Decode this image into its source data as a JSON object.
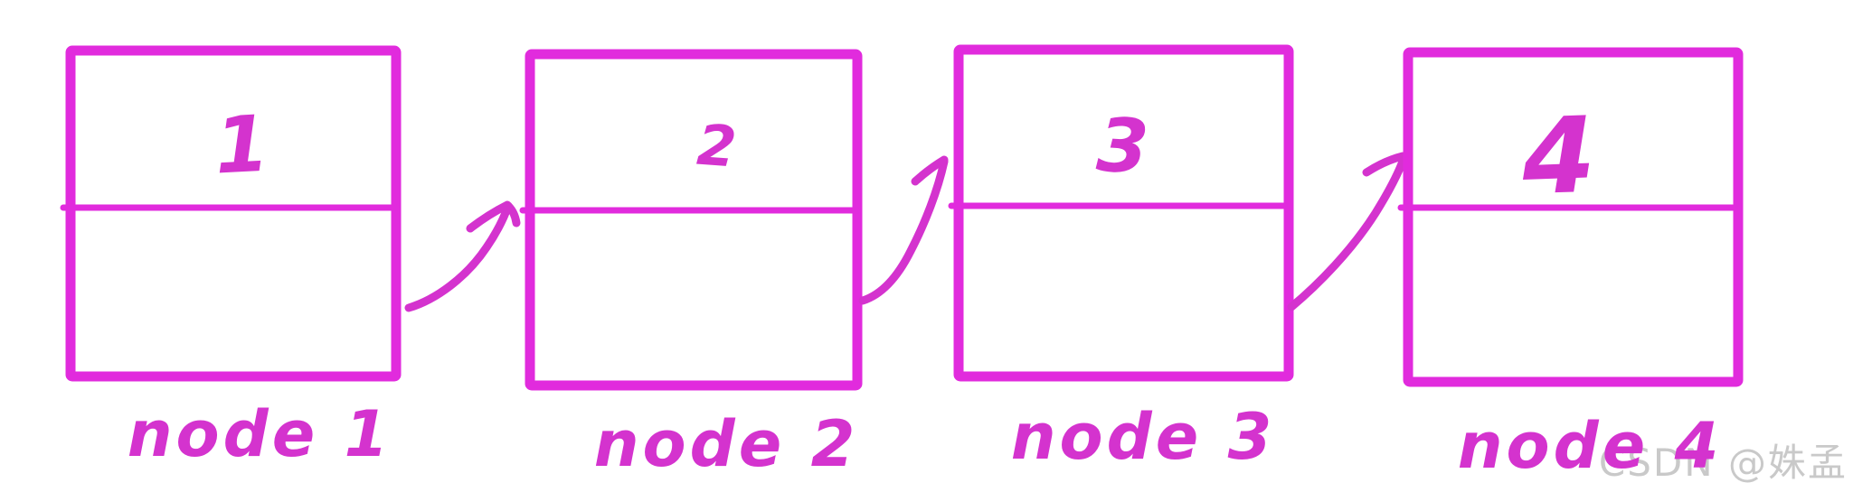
{
  "colors": {
    "box_stroke": "#e12bdd",
    "ink": "#d433ce",
    "watermark": "#c9c9c9",
    "background": "#ffffff"
  },
  "diagram": {
    "kind": "singly-linked-list-sketch",
    "nodes": [
      {
        "value": "1",
        "label": "node 1"
      },
      {
        "value": "2",
        "label": "node 2"
      },
      {
        "value": "3",
        "label": "node 3"
      },
      {
        "value": "4",
        "label": "node 4"
      }
    ],
    "links": [
      {
        "from": "node 1",
        "to": "node 2"
      },
      {
        "from": "node 2",
        "to": "node 3"
      },
      {
        "from": "node 3",
        "to": "node 4"
      }
    ]
  },
  "watermark": {
    "text": "CSDN @姝孟"
  }
}
